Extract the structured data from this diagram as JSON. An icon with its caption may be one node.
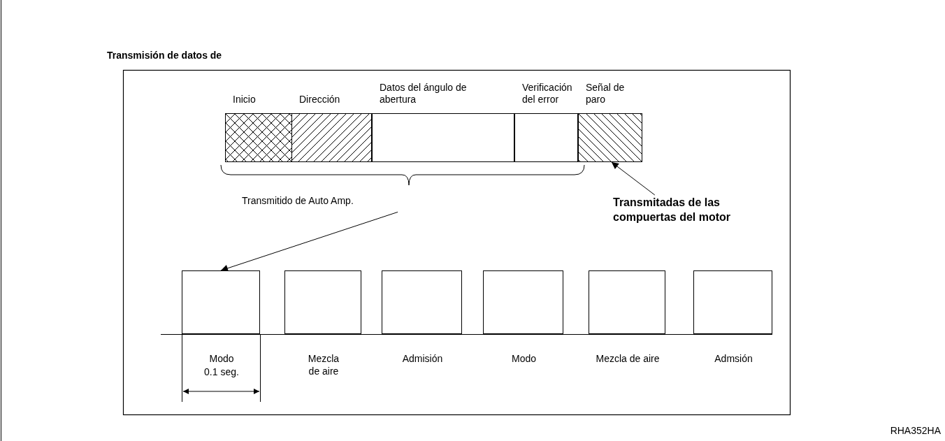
{
  "diagram": {
    "title": "Transmisión de datos de",
    "nodes": [
      {
        "text": [
          "Inicio"
        ]
      },
      {
        "text": [
          "Dirección"
        ]
      },
      {
        "text": [
          "Datos del ángulo de abertura"
        ]
      },
      {
        "text": [
          "Verificación del error"
        ]
      },
      {
        "text": [
          "Señal de paro"
        ]
      },
      {
        "text": [
          "Transmitido de Auto Amp."
        ]
      },
      {
        "text": [
          "Transmitadas de las compuertas del motor"
        ]
      },
      {
        "text": [
          "Modo"
        ],
        "beside": [
          "0.1 seg."
        ]
      },
      {
        "text": [
          "Mezcla de aire"
        ]
      },
      {
        "text": [
          "Admisión"
        ]
      },
      {
        "text": [
          "Modo"
        ]
      },
      {
        "text": [
          "Mezcla de aire"
        ]
      },
      {
        "text": [
          "Admsión"
        ]
      }
    ],
    "edges": [
      {
        "from": 5,
        "to": 7,
        "arrow": "to"
      },
      {
        "from": 6,
        "to": 4,
        "arrow": "to"
      }
    ],
    "labels": [
      "RHA352HA"
    ]
  }
}
